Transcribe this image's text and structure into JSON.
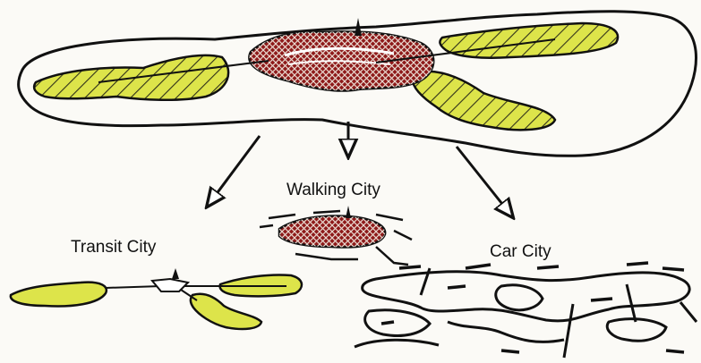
{
  "labels": {
    "walking_city": "Walking City",
    "transit_city": "Transit City",
    "car_city": "Car City"
  },
  "colors": {
    "background": "#fbfaf6",
    "ink": "#111111",
    "core": "#8e1a1a",
    "corridor": "#dde44a"
  }
}
